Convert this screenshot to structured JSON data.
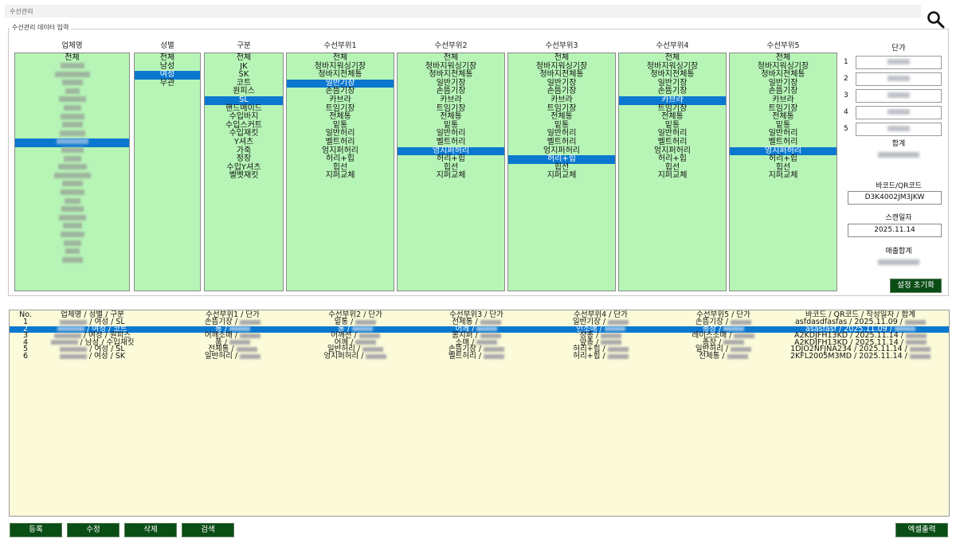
{
  "window": {
    "title": "수선관리"
  },
  "group_label": "수선관리 데이터 입력",
  "columns": [
    {
      "header": "업체명",
      "items": [
        "전체",
        "",
        "",
        "",
        "",
        "",
        "",
        "",
        "",
        "",
        "",
        "",
        "",
        "",
        "",
        "",
        "",
        "",
        "",
        "",
        "",
        "",
        "",
        "",
        ""
      ],
      "blurred": true,
      "selected": 10
    },
    {
      "header": "성별",
      "items": [
        "전체",
        "남성",
        "여성",
        "무관"
      ],
      "selected": 2
    },
    {
      "header": "구분",
      "items": [
        "전체",
        "JK",
        "SK",
        "코트",
        "원피스",
        "SL",
        "핸드메이드",
        "수입바지",
        "수입스커트",
        "수입재킷",
        "Y셔츠",
        "가죽",
        "정장",
        "수입Y셔츠",
        "벨벳재킷"
      ],
      "selected": 5
    },
    {
      "header": "수선부위1",
      "items": [
        "전체",
        "청바지워싱기장",
        "청바지전체통",
        "일반기장",
        "손뜸기장",
        "카브라",
        "트임기장",
        "전체통",
        "밑통",
        "일반허리",
        "벨트허리",
        "엉지퍼허리",
        "허리+힙",
        "힙선",
        "지퍼교체"
      ],
      "selected": 3
    },
    {
      "header": "수선부위2",
      "items": [
        "전체",
        "청바지워싱기장",
        "청바지전체통",
        "일반기장",
        "손뜸기장",
        "카브라",
        "트임기장",
        "전체통",
        "밑통",
        "일반허리",
        "벨트허리",
        "엉지퍼허리",
        "허리+힙",
        "힙선",
        "지퍼교체"
      ],
      "selected": 11
    },
    {
      "header": "수선부위3",
      "items": [
        "전체",
        "청바지워싱기장",
        "청바지전체통",
        "일반기장",
        "손뜸기장",
        "카브라",
        "트임기장",
        "전체통",
        "밑통",
        "일반허리",
        "벨트허리",
        "엉지퍼허리",
        "허리+힙",
        "힙선",
        "지퍼교체"
      ],
      "selected": 12
    },
    {
      "header": "수선부위4",
      "items": [
        "전체",
        "청바지워싱기장",
        "청바지전체통",
        "일반기장",
        "손뜸기장",
        "카브라",
        "트임기장",
        "전체통",
        "밑통",
        "일반허리",
        "벨트허리",
        "엉지퍼허리",
        "허리+힙",
        "힙선",
        "지퍼교체"
      ],
      "selected": 5
    },
    {
      "header": "수선부위5",
      "items": [
        "전체",
        "청바지워싱기장",
        "청바지전체통",
        "일반기장",
        "손뜸기장",
        "카브라",
        "트임기장",
        "전체통",
        "밑통",
        "일반허리",
        "벨트허리",
        "엉지퍼허리",
        "허리+힙",
        "힙선",
        "지퍼교체"
      ],
      "selected": 11
    }
  ],
  "prices": {
    "header": "단가",
    "numbers": [
      "1",
      "2",
      "3",
      "4",
      "5"
    ],
    "sum_label": "합계",
    "barcode_label": "바코드/QR코드",
    "barcode_value": "D3K4002JM3JKW",
    "date_label": "스캔일자",
    "date_value": "2025.11.14",
    "sales_sum_label": "매출합계",
    "reset_button": "설정 초기화"
  },
  "table": {
    "headers": [
      "No.",
      "업체명 / 성별 / 구분",
      "수선부위1 / 단가",
      "수선부위2 / 단가",
      "수선부위3 / 단가",
      "수선부위4 / 단가",
      "수선부위5 / 단가",
      "바코드 / QR코드 / 작성일자 / 합계"
    ],
    "rows": [
      [
        "1",
        " / 여성 / SL",
        "손뜸기장 / ",
        "밑통 / ",
        "전체통 / ",
        "일반기장 / ",
        "손뜸기장 / ",
        "asfdasdfasfas / 2025.11.09 / "
      ],
      [
        "2",
        " / 여성 / 코트",
        "통 / ",
        "통 / ",
        "어께 / ",
        "민소매 / ",
        "총장 / ",
        "asasfasf / 2025.11.09 / "
      ],
      [
        "3",
        " / 여성 / 원피스",
        "어깨소매 / ",
        "어깨선 / ",
        "몸지퍼 / ",
        "장총 / ",
        "레이스소매 / ",
        "A2KDJFH13KD / 2025.11.14 / "
      ],
      [
        "4",
        " / 남성 / 수입재킷",
        "품 / ",
        "어깨 / ",
        "소매 / ",
        "앞총 / ",
        "총장 / ",
        "A2KDJFH13KD / 2025.11.14 / "
      ],
      [
        "5",
        " / 여성 / SL",
        "전체통 / ",
        "일반허리 / ",
        "손뜸기장 / ",
        "허리+힙 / ",
        "일반허리 / ",
        "1DJO2NFJNA234 / 2025.11.14 / "
      ],
      [
        "6",
        " / 여성 / SK",
        "일반허리 / ",
        "엉지퍼허리 / ",
        "벨트허리 / ",
        "허리+힙 / ",
        "전체통 / ",
        "2KFL2005M3MD / 2025.11.14 / "
      ]
    ],
    "selected_row": 1
  },
  "buttons": {
    "register": "등록",
    "edit": "수정",
    "delete": "삭제",
    "search": "검색",
    "excel": "엑셀출력"
  },
  "icons": {
    "search": "search-icon"
  },
  "colors": {
    "list_bg": "#b7f5b7",
    "selection": "#0b78d0",
    "button_bg": "#0a4d15",
    "table_bg": "#fcfbd9"
  }
}
